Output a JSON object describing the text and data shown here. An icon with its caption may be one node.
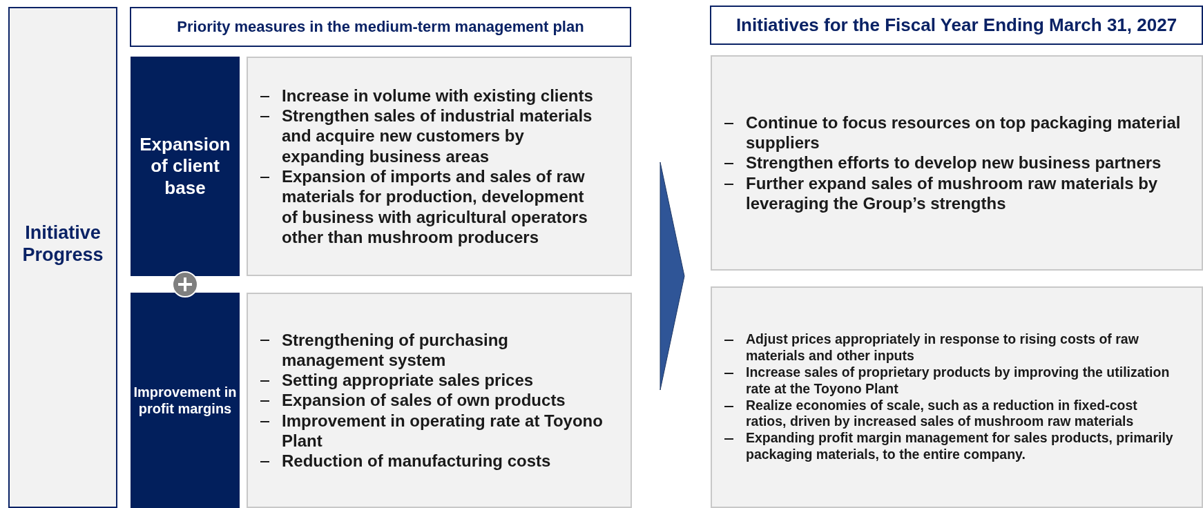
{
  "diagram": {
    "nodes": [
      {
        "text": [
          "Initiative Progress"
        ]
      },
      {
        "text": [
          "Priority measures in the medium-term management plan"
        ]
      },
      {
        "text": [
          "Initiatives for the Fiscal Year Ending March 31, 2027"
        ]
      },
      {
        "text": [
          "Expansion of client base"
        ]
      },
      {
        "text": [
          "Increase in volume with existing clients",
          "Strengthen sales of industrial materials and acquire new customers by expanding business areas",
          "Expansion of imports and sales of raw materials for production, development of business with agricultural operators other than mushroom producers"
        ]
      },
      {
        "text": [
          "Continue to focus resources on top packaging material suppliers",
          "Strengthen efforts to develop new business partners",
          "Further expand sales of mushroom raw materials by leveraging the Group’s strengths"
        ]
      },
      {
        "text": [
          "Improvement in profit margins"
        ]
      },
      {
        "text": [
          "Strengthening of purchasing management system",
          "Setting appropriate sales prices",
          "Expansion of sales of own products",
          "Improvement in operating rate at Toyono Plant",
          "Reduction of manufacturing costs"
        ]
      },
      {
        "text": [
          "Adjust prices appropriately in response to rising costs of raw materials and other inputs",
          "Increase sales of proprietary products by improving the utilization rate at the Toyono Plant",
          "Realize economies of scale, such as a reduction in fixed-cost ratios, driven by increased sales of mushroom raw materials",
          "Expanding profit margin management for sales products, primarily packaging materials, to the entire company."
        ]
      }
    ]
  }
}
